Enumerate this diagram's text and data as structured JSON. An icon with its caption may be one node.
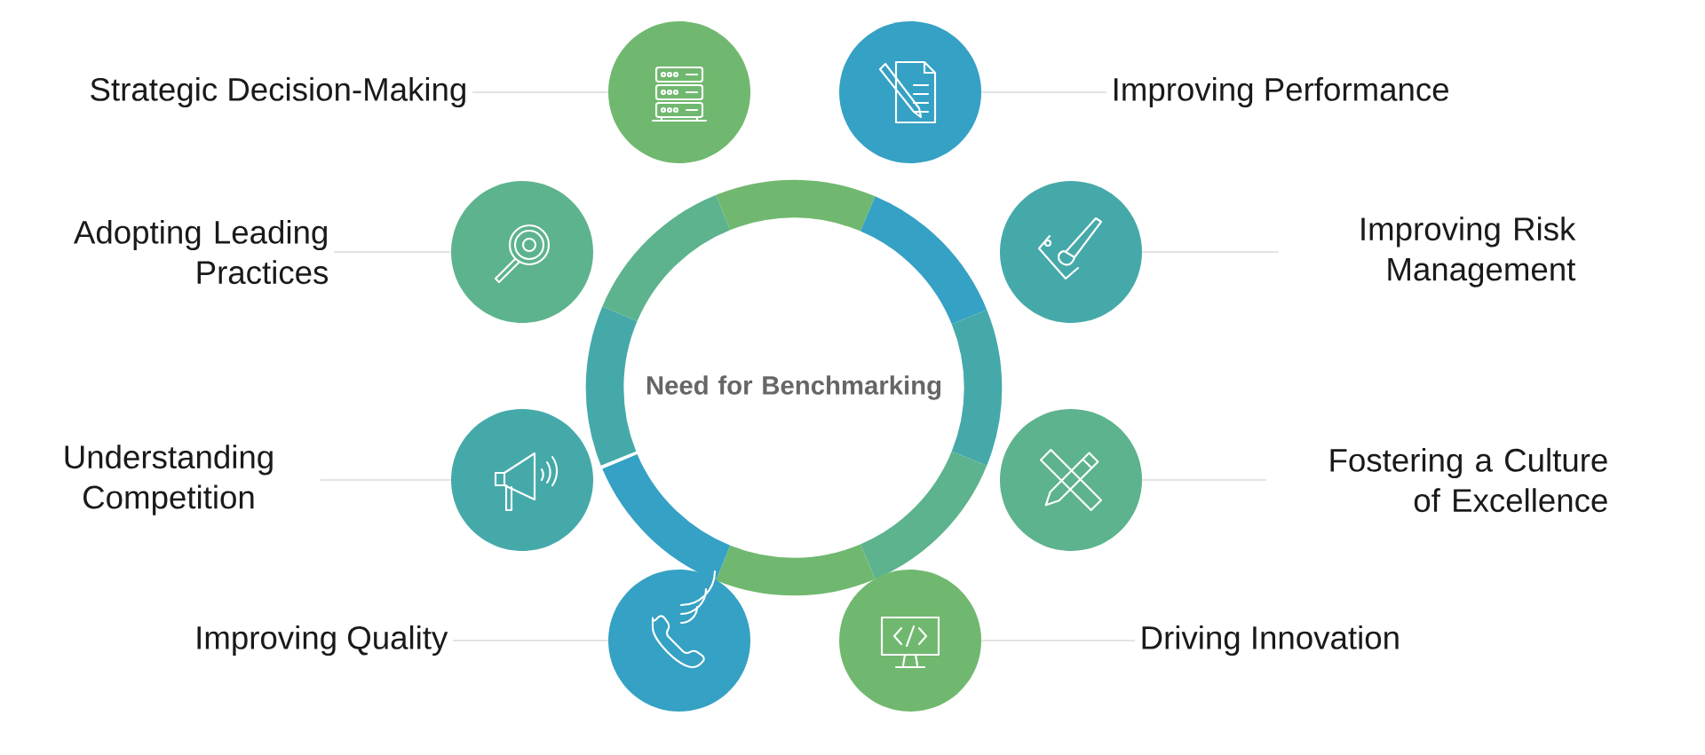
{
  "diagram": {
    "nodes": [
      {
        "text": [
          "Need for Benchmarking"
        ]
      },
      {
        "text": [
          "Strategic Decision-Making"
        ]
      },
      {
        "text": [],
        "shape": "circle"
      },
      {
        "text": [],
        "shape": "circle"
      },
      {
        "text": [
          "Improving Performance"
        ]
      },
      {
        "text": [
          "Adopting Leading Practices"
        ]
      },
      {
        "text": [],
        "shape": "circle"
      },
      {
        "text": [],
        "shape": "circle"
      },
      {
        "text": [
          "Improving Risk Management"
        ]
      },
      {
        "text": [
          "Understanding Competition"
        ]
      },
      {
        "text": [],
        "shape": "circle"
      },
      {
        "text": [],
        "shape": "circle"
      },
      {
        "text": [
          "Fostering a Culture of Excellence"
        ]
      },
      {
        "text": [
          "Improving Quality"
        ]
      },
      {
        "text": [],
        "shape": "circle"
      },
      {
        "text": [],
        "shape": "circle"
      },
      {
        "text": [
          "Driving Innovation"
        ]
      }
    ],
    "edges": [
      {
        "from": 1,
        "to": 2,
        "arrow": "none"
      },
      {
        "from": 4,
        "to": 3,
        "arrow": "none"
      },
      {
        "from": 5,
        "to": 6,
        "arrow": "none"
      },
      {
        "from": 8,
        "to": 7,
        "arrow": "none"
      },
      {
        "from": 9,
        "to": 10,
        "arrow": "none"
      },
      {
        "from": 12,
        "to": 11,
        "arrow": "none"
      },
      {
        "from": 13,
        "to": 14,
        "arrow": "none"
      },
      {
        "from": 16,
        "to": 15,
        "arrow": "none"
      }
    ]
  }
}
